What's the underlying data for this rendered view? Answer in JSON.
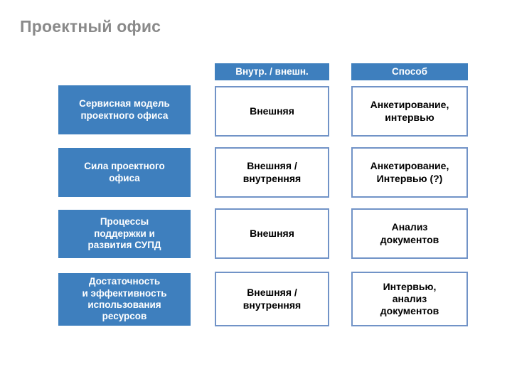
{
  "slide": {
    "title": "Проектный офис",
    "colors": {
      "accent_blue": "#3e7fbe",
      "cell_border_blue": "#7193c7",
      "title_gray": "#8a8a8a"
    },
    "headers": [
      {
        "label": "Внутр. / внешн."
      },
      {
        "label": "Способ"
      }
    ],
    "rows": [
      {
        "label": "Сервисная модель\nпроектного офиса",
        "origin": "Внешняя",
        "method": "Анкетирование,\nинтервью"
      },
      {
        "label": "Сила проектного\nофиса",
        "origin": "Внешняя /\nвнутренняя",
        "method": "Анкетирование,\nИнтервью (?)"
      },
      {
        "label": "Процессы\nподдержки и\nразвития СУПД",
        "origin": "Внешняя",
        "method": "Анализ\nдокументов"
      },
      {
        "label": "Достаточность\nи эффективность\nиспользования\nресурсов",
        "origin": "Внешняя /\nвнутренняя",
        "method": "Интервью,\nанализ\nдокументов"
      }
    ]
  }
}
